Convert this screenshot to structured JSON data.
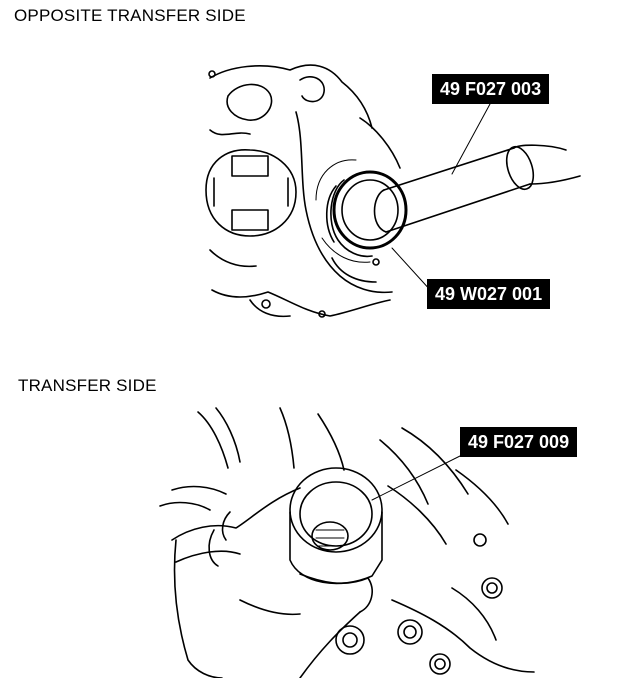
{
  "headings": {
    "top": "OPPOSITE TRANSFER SIDE",
    "bottom": "TRANSFER SIDE"
  },
  "callouts": {
    "tool_handle": "49 F027 003",
    "tool_installer": "49 W027 001",
    "tool_transfer": "49 F027 009"
  },
  "colors": {
    "callout_bg": "#000000",
    "callout_text": "#ffffff",
    "line": "#000000"
  }
}
